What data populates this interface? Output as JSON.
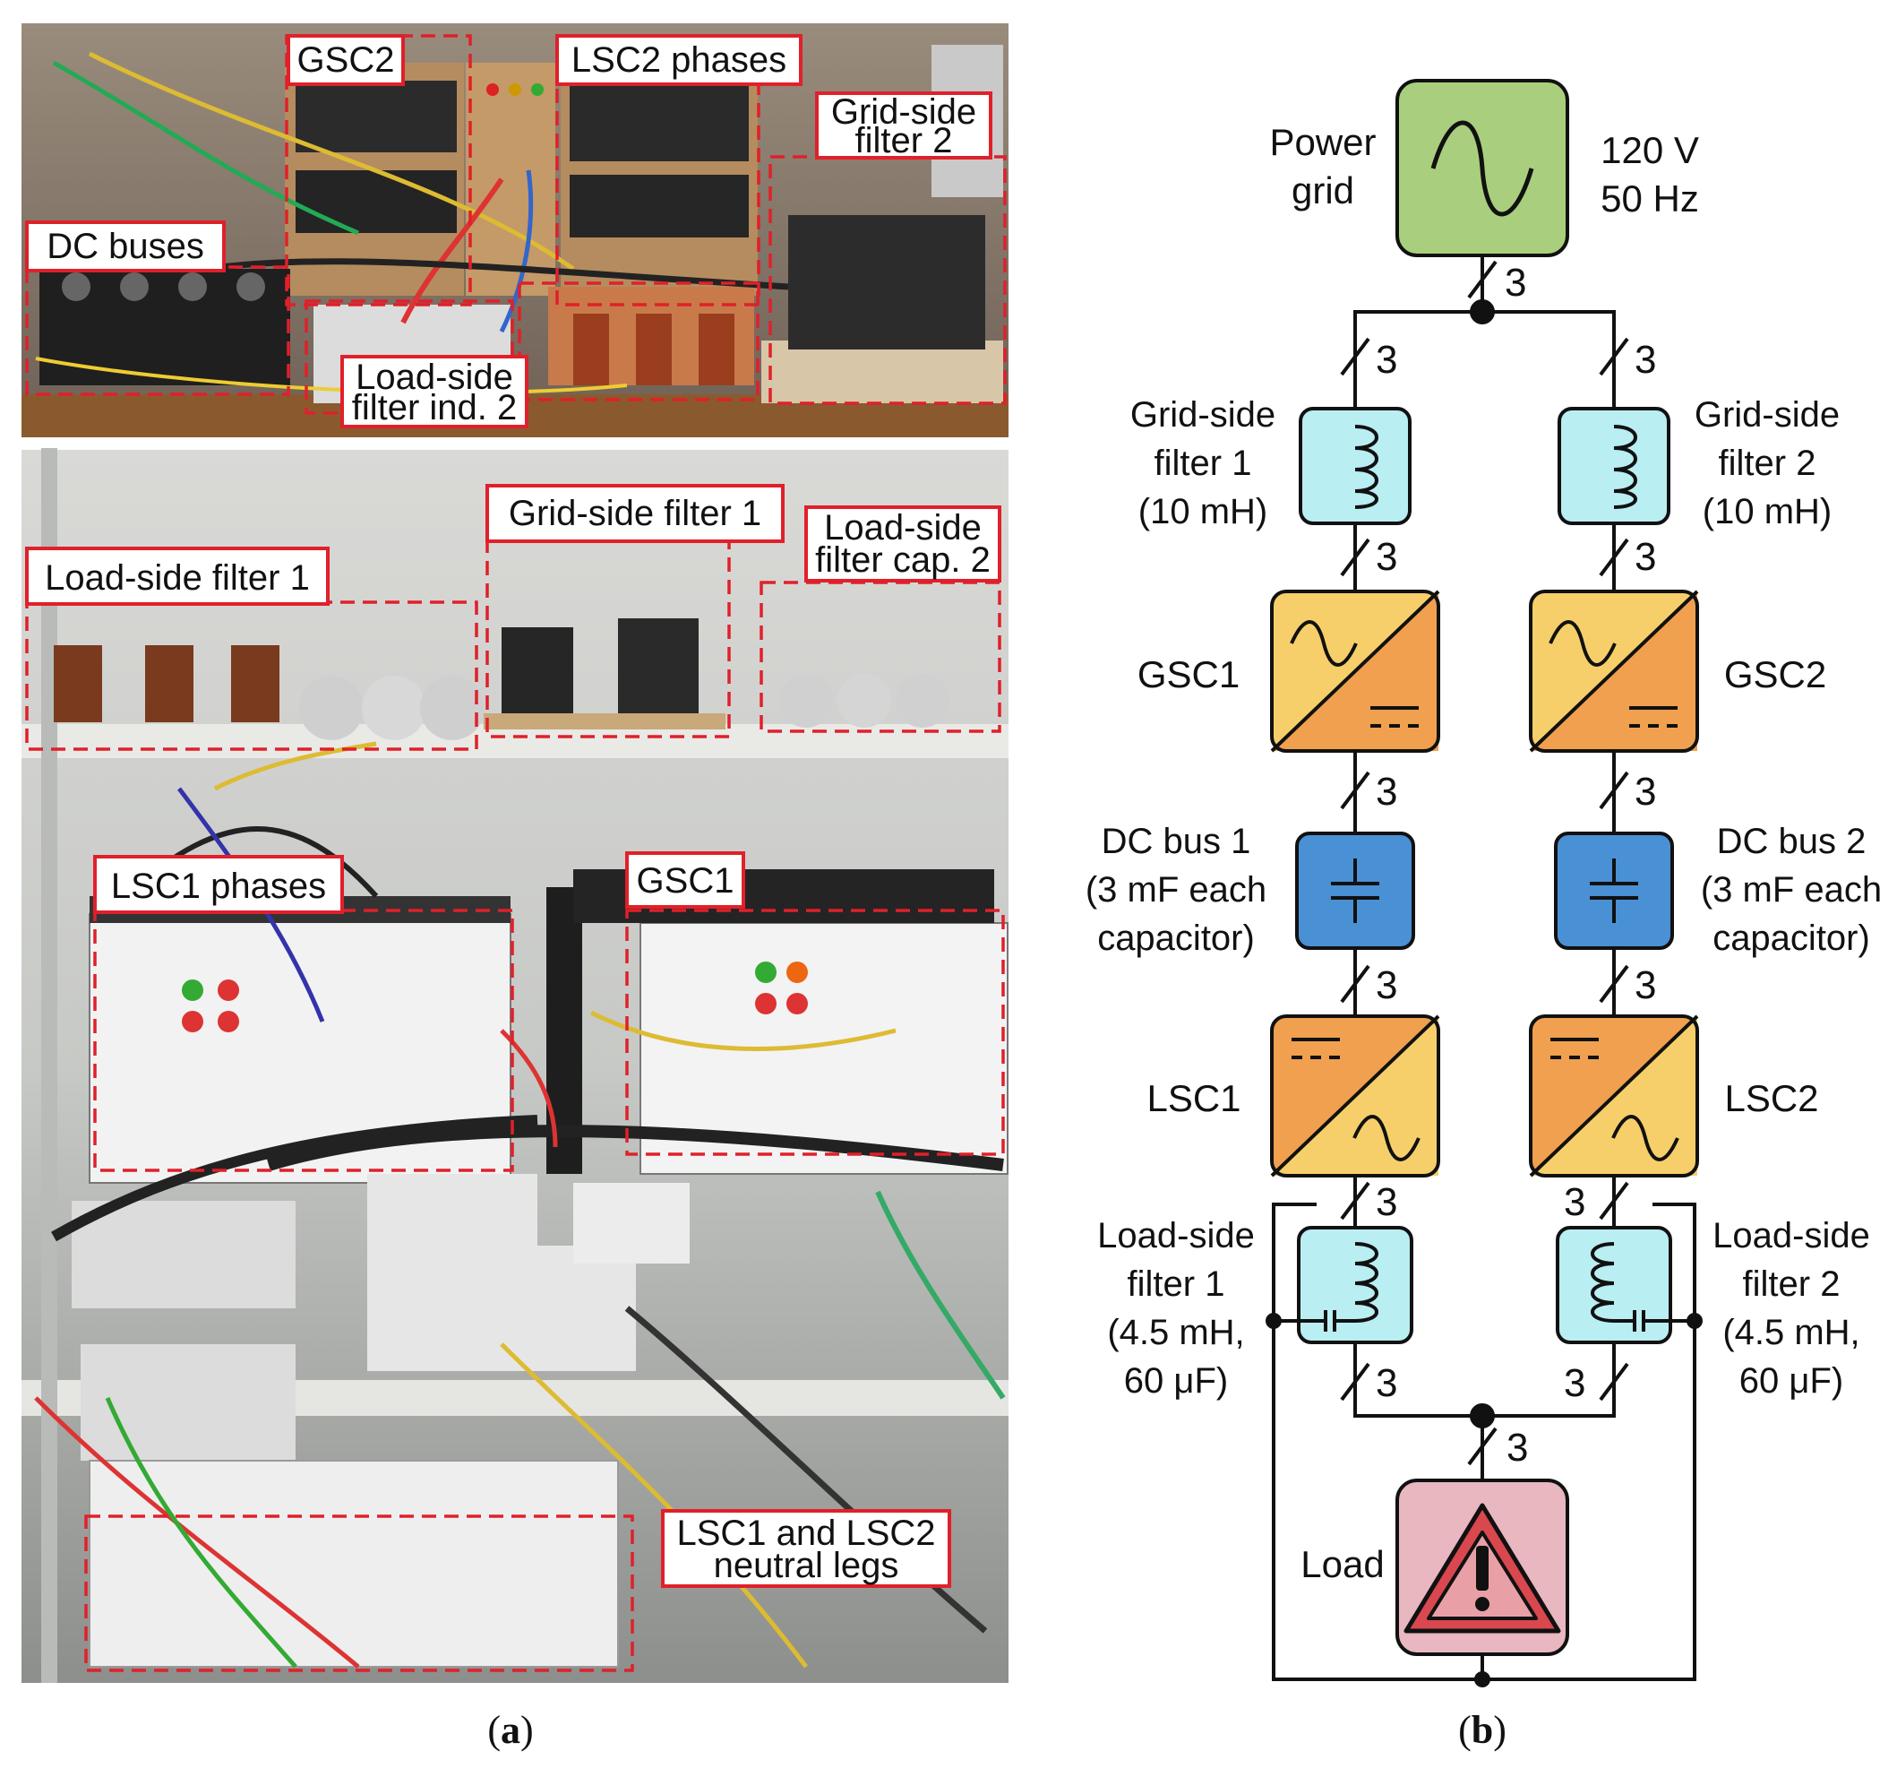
{
  "photo_labels": {
    "gsc2": "GSC2",
    "lsc2_phases": "LSC2 phases",
    "grid_side_filter2": [
      "Grid-side",
      "filter 2"
    ],
    "dc_buses": "DC buses",
    "load_side_filter_ind2": [
      "Load-side",
      "filter ind. 2"
    ],
    "grid_side_filter1": "Grid-side filter 1",
    "load_side_filter_cap2": [
      "Load-side",
      "filter cap. 2"
    ],
    "load_side_filter1": "Load-side filter 1",
    "lsc1_phases": "LSC1 phases",
    "gsc1": "GSC1",
    "neutral_legs": [
      "LSC1 and LSC2",
      "neutral legs"
    ]
  },
  "diagram": {
    "power_grid": [
      "Power",
      "grid"
    ],
    "voltage": "120 V",
    "frequency": "50 Hz",
    "phases": "3",
    "grid_filter1": [
      "Grid-side",
      "filter 1",
      "(10 mH)"
    ],
    "grid_filter2": [
      "Grid-side",
      "filter 2",
      "(10 mH)"
    ],
    "gsc1": "GSC1",
    "gsc2": "GSC2",
    "dc_bus1": [
      "DC bus 1",
      "(3 mF each",
      "capacitor)"
    ],
    "dc_bus2": [
      "DC bus 2",
      "(3 mF each",
      "capacitor)"
    ],
    "lsc1": "LSC1",
    "lsc2": "LSC2",
    "load_filter1": [
      "Load-side",
      "filter 1",
      "(4.5 mH,",
      "60 μF)"
    ],
    "load_filter2": [
      "Load-side",
      "filter 2",
      "(4.5 mH,",
      "60 μF)"
    ],
    "load": "Load"
  },
  "captions": {
    "a": "a",
    "b": "b"
  },
  "colors": {
    "grid_green": "#a9cf7e",
    "filter_cyan": "#b9eef3",
    "converter_yellow": "#f7cf6a",
    "converter_orange": "#f0a04e",
    "dc_blue": "#4a90d4",
    "load_pink": "#e8b7c0",
    "warning_red": "#d9474f",
    "label_red": "#e0202a"
  }
}
